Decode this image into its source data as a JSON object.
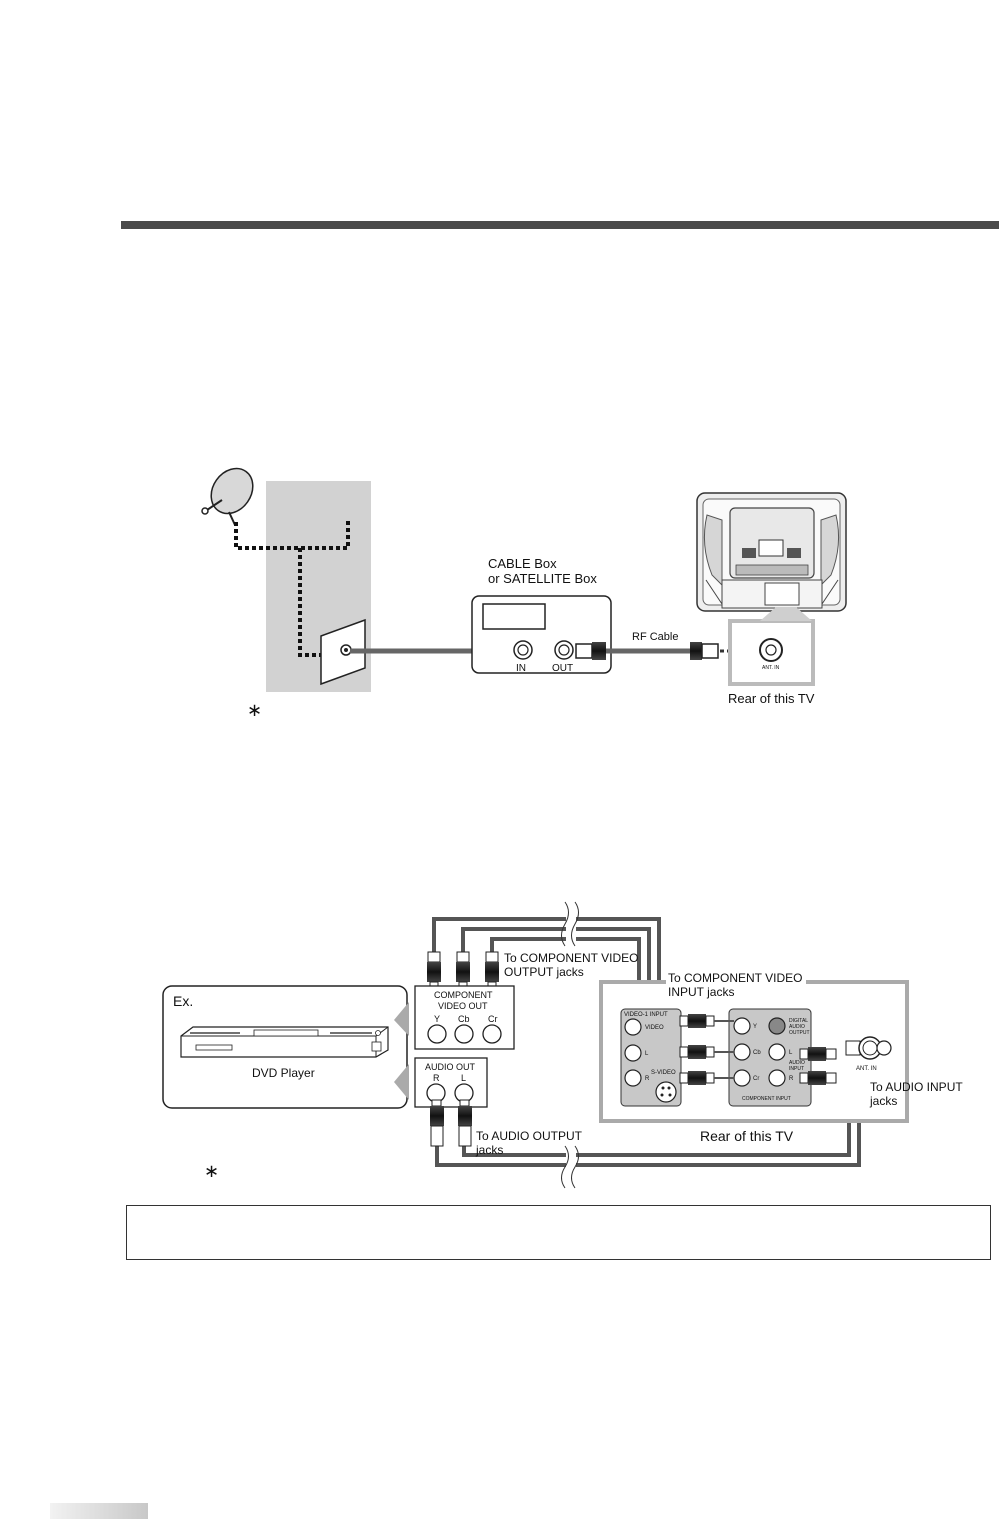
{
  "diagram1": {
    "cable_box_line1": "CABLE Box",
    "cable_box_line2": "or SATELLITE Box",
    "in_label": "IN",
    "out_label": "OUT",
    "rf_cable_label": "RF Cable",
    "ant_in_label": "ANT. IN",
    "rear_tv_label": "Rear of this TV",
    "asterisk": "∗"
  },
  "diagram2": {
    "ex_label": "Ex.",
    "dvd_player_label": "DVD Player",
    "component_video_out_line1": "COMPONENT",
    "component_video_out_line2": "VIDEO OUT",
    "y_label": "Y",
    "cb_label": "Cb",
    "cr_label": "Cr",
    "audio_out_label": "AUDIO OUT",
    "r_label": "R",
    "l_label": "L",
    "to_comp_output_line1": "To COMPONENT VIDEO",
    "to_comp_output_line2": "OUTPUT jacks",
    "to_comp_input_line1": "To COMPONENT VIDEO",
    "to_comp_input_line2": "INPUT jacks",
    "video1_input": "VIDEO-1 INPUT",
    "video_small": "VIDEO",
    "l_small": "L",
    "r_small": "R",
    "s_video": "S-VIDEO",
    "y_small": "Y",
    "cb_small": "Cb",
    "cr_small": "Cr",
    "component_input": "COMPONENT INPUT",
    "digital_audio_line1": "DIGITAL",
    "digital_audio_line2": "AUDIO",
    "digital_audio_line3": "OUTPUT",
    "audio_input_line1": "AUDIO",
    "audio_input_line2": "INPUT",
    "ant_in_label": "ANT. IN",
    "to_audio_input_line1": "To AUDIO INPUT",
    "to_audio_input_line2": "jacks",
    "to_audio_output_line1": "To AUDIO OUTPUT",
    "to_audio_output_line2": "jacks",
    "rear_tv_label": "Rear of this TV",
    "asterisk": "∗"
  }
}
